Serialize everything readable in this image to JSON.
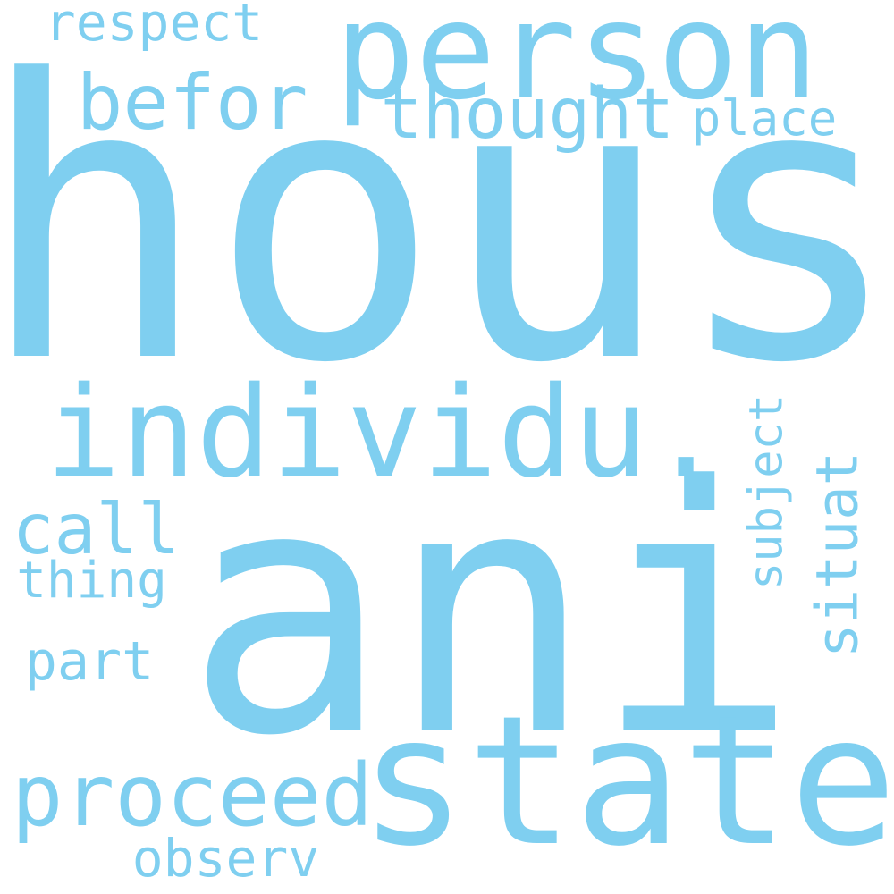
{
  "colors": {
    "background": "#ffffff",
    "words": "#7fcff0"
  },
  "words": {
    "hous": "hous",
    "ani": "ani",
    "state": "state",
    "person": "person",
    "individu": "individu.",
    "proceed": "proceed",
    "befor": "befor",
    "thought": "thought",
    "respect": "respect",
    "place": "place",
    "call": "call",
    "thing": "thing",
    "part": "part",
    "observ": "observ",
    "situat": "situat",
    "subject": "subject"
  }
}
